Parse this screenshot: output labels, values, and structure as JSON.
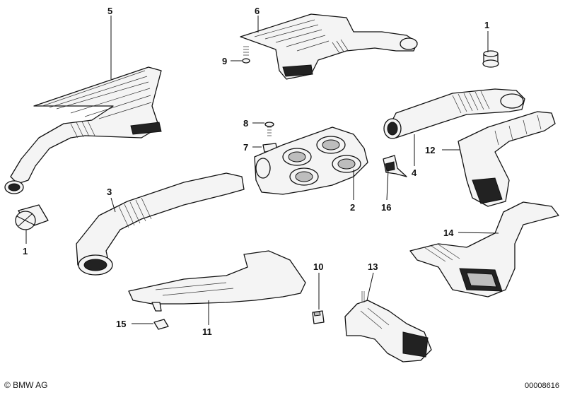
{
  "callouts": [
    "5",
    "6",
    "9",
    "1",
    "8",
    "7",
    "12",
    "4",
    "3",
    "2",
    "16",
    "1",
    "14",
    "10",
    "13",
    "15",
    "11"
  ],
  "footer": {
    "copyright": "© BMW AG",
    "doc_number": "00008616"
  }
}
